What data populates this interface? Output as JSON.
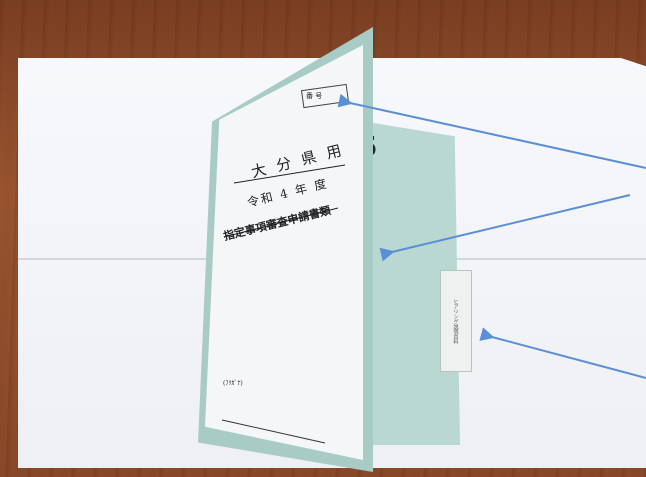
{
  "photo": {
    "folder_title_lines": [
      "大 分 県 用",
      "令和 4 年 度",
      "指定事項審査申請書類"
    ],
    "side_number": "5",
    "bottom_small": "(ﾌﾘｶﾞﾅ)",
    "corner_label": "番 号",
    "tab_text": "ヒアリング説明資料"
  },
  "colors": {
    "arrow": "#5a8fd6",
    "folder": "#a9cbc6",
    "wood": "#8a4a2a"
  }
}
